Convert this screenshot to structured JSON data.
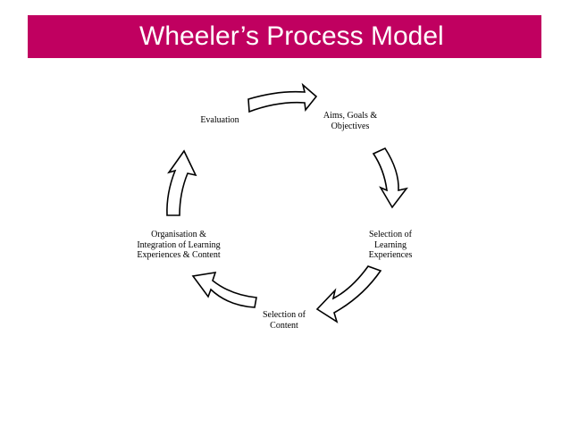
{
  "title": "Wheeler’s Process Model",
  "colors": {
    "title_bg": "#c00060",
    "title_text": "#ffffff",
    "arrow_fill": "#ffffff",
    "arrow_stroke": "#000000"
  },
  "nodes": [
    {
      "id": "aims",
      "lines": [
        "Aims, Goals &",
        "Objectives"
      ]
    },
    {
      "id": "experiences",
      "lines": [
        "Selection of",
        "Learning",
        "Experiences"
      ]
    },
    {
      "id": "content",
      "lines": [
        "Selection of",
        "Content"
      ]
    },
    {
      "id": "organisation",
      "lines": [
        "Organisation &",
        "Integration of Learning",
        "Experiences & Content"
      ]
    },
    {
      "id": "evaluation",
      "lines": [
        "Evaluation"
      ]
    }
  ]
}
